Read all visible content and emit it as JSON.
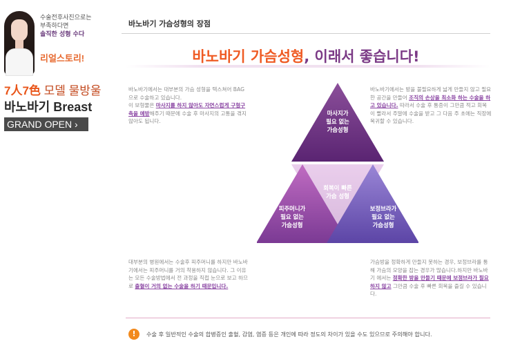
{
  "sidebar": {
    "avatar_text_line1": "수술전후사진으로는",
    "avatar_text_line2": "부족하다면",
    "avatar_text_line3": "솔직한 성형 수다",
    "real_story": "리얼스토리!",
    "promo_line1_main": "7人7色",
    "promo_line1_sub": " 모델 물방울",
    "promo_line2": "바노바기 Breast",
    "grand_label": "GRAND",
    "open_label": "OPEN",
    "chevron": "›"
  },
  "main": {
    "section_title": "바노바기 가슴성형의 장점",
    "headline_accent": "바노바기 가슴성형",
    "headline_rest": ", 이래서 좋습니다!",
    "pyramid": {
      "top": [
        "마사지가",
        "필요 없는",
        "가슴성형"
      ],
      "center": [
        "회복이 빠른",
        "가슴 성형"
      ],
      "left": [
        "피주머니가",
        "필요 없는",
        "가슴성형"
      ],
      "right": [
        "보정브라가",
        "필요 없는",
        "가슴성형"
      ]
    },
    "desc_tl": {
      "p1": "바노바기에서는 대부분의 가슴 성형을 텍스쳐어 BAG으로 수술하고 있습니다.",
      "p2_a": "이 보형물은 ",
      "p2_hl": "마사지를 하지 않아도 자연스럽게 구형구축을 예방",
      "p2_b": "해주기 때문에 수술 후 마사지의 고통을 겪지 않아도 됩니다."
    },
    "desc_tr": {
      "p1_a": "바노바기에서는 방을 불필요하게 넓게 만들지 않고 필요한 공간을 만들어 ",
      "p1_hl": "조직의 손상을 최소화 하는 수술을 하고 있습니다.",
      "p1_b": " 따라서 수술 후 통증이 그만큼 적고 회복이 빨라서 주말에 수술을 받고 그 다음 주 초에는 직장에 복귀할 수 있습니다."
    },
    "desc_bl": {
      "p1_a": "대부분의 병원에서는 수술후 피주머니를 하지만 바노바기에서는 피주머니를 거의 착용하지 않습니다. 그 이유는 모든 수술방법에서 전 과정을 직접 눈으로 보고 하므로 ",
      "p1_hl": "출혈이 거의 없는 수술을 하기 때문입니다."
    },
    "desc_br": {
      "p1_a": "가슴방을 정확하게 만들지 못하는 경우, 보정브라를 통해 가슴의 모양을 잡는 경우가 많습니다.하지만 바노바기 에서는 ",
      "p1_hl": "정확한 방을 만들기 때문에 보정브라가 필요 하지 않고",
      "p1_b": " 그만큼 수술 후 빠른 회복을 즐길 수 있습니다."
    },
    "notice_icon": "!",
    "notice_text": "수술 후 일반적인 수술의 합병증인 출혈, 감염, 염증 등은 개인에 따라 정도의 차이가 있을 수도 있으므로 주의해야 합니다."
  },
  "colors": {
    "accent_orange": "#ef5b24",
    "brand_purple": "#7b3a86",
    "highlight_purple": "#8a45a3"
  }
}
